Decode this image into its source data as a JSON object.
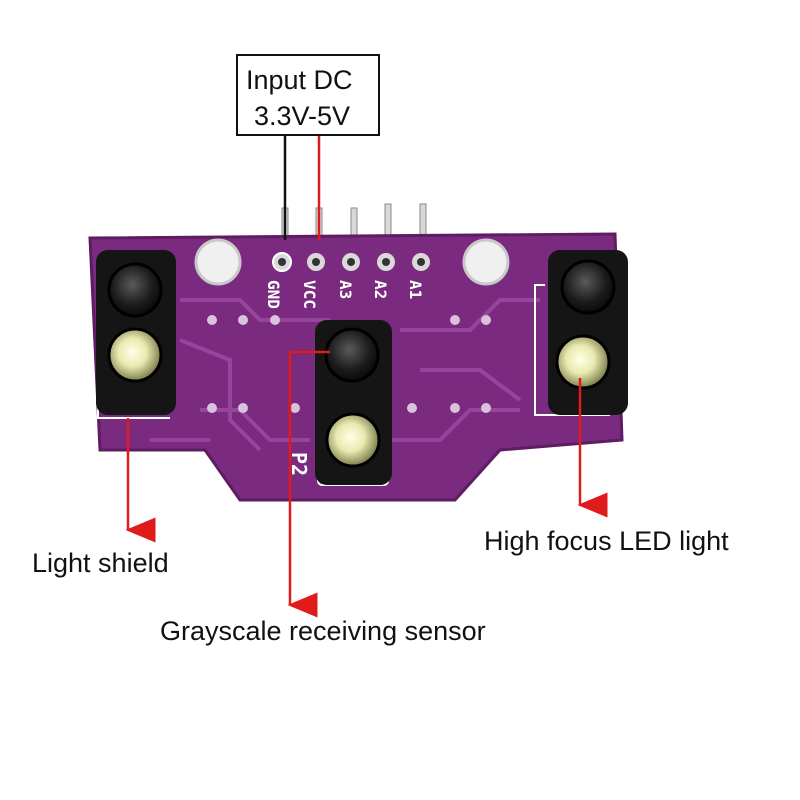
{
  "input_box": {
    "line1": "Input DC",
    "line2": "3.3V-5V"
  },
  "board": {
    "pin_labels": [
      "GND",
      "VCC",
      "A3",
      "A2",
      "A1"
    ],
    "sensor_label": "P2"
  },
  "callouts": {
    "light_shield": "Light shield",
    "high_focus_led": "High focus LED light",
    "grayscale_sensor": "Grayscale receiving sensor"
  },
  "colors": {
    "pcb": "#7a2a7f",
    "pcb_dark": "#5e1d63",
    "silkscreen": "#ffffff",
    "arrow": "#e01b1b",
    "pin_line": "#111111"
  }
}
